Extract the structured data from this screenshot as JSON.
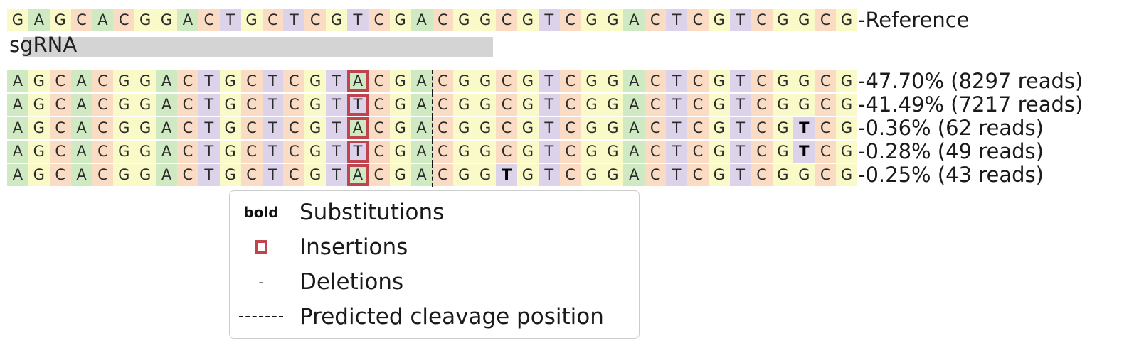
{
  "colors": {
    "A": "#cfe9c3",
    "C": "#fadcc4",
    "G": "#fafac9",
    "T": "#dcd3eb",
    "insertion_box": "#c0444d",
    "sgrna_bar": "#d4d4d4"
  },
  "reference": {
    "sequence": "GAGCACGGACTGCTCGTCGACGGCGTCGGACTCGTCGGCG",
    "label": "-Reference"
  },
  "sgrna": {
    "label": "sgRNA"
  },
  "reads": [
    {
      "sequence": "AGCACGGACTGCTCGTACGACGGCGTCGGACTCGTCGGCG",
      "label": "-47.70% (8297 reads)",
      "insertion_col": 16,
      "substitution_cols": [],
      "cleavage_after_col": 20
    },
    {
      "sequence": "AGCACGGACTGCTCGTTCGACGGCGTCGGACTCGTCGGCG",
      "label": "-41.49% (7217 reads)",
      "insertion_col": 16,
      "substitution_cols": [],
      "cleavage_after_col": 20
    },
    {
      "sequence": "AGCACGGACTGCTCGTACGACGGCGTCGGACTCGTCGTCG",
      "label": "-0.36% (62 reads)",
      "insertion_col": 16,
      "substitution_cols": [
        37
      ],
      "cleavage_after_col": 20
    },
    {
      "sequence": "AGCACGGACTGCTCGTTCGACGGCGTCGGACTCGTCGTCG",
      "label": "-0.28% (49 reads)",
      "insertion_col": 16,
      "substitution_cols": [
        37
      ],
      "cleavage_after_col": 20
    },
    {
      "sequence": "AGCACGGACTGCTCGTACGACGGTGTCGGACTCGTCGGCG",
      "label": "-0.25% (43 reads)",
      "insertion_col": 16,
      "substitution_cols": [
        23
      ],
      "cleavage_after_col": 20
    }
  ],
  "legend": {
    "items": [
      {
        "key": "bold",
        "label": "Substitutions"
      },
      {
        "key": "",
        "label": "Insertions"
      },
      {
        "key": "-",
        "label": "Deletions"
      },
      {
        "key": "",
        "label": "Predicted cleavage position"
      }
    ]
  },
  "chart_data": {
    "type": "table",
    "reference_sequence": "GAGCACGGACTGCTCGTCGACGGCGTCGGACTCGTCGGCG",
    "sgrna_track_columns": [
      1,
      23
    ],
    "cleavage_after_column": 20,
    "alleles": [
      {
        "sequence": "AGCACGGACTGCTCGTACGACGGCGTCGGACTCGTCGGCG",
        "percentage": 47.7,
        "reads": 8297,
        "inserted_base": {
          "col": 16,
          "base": "A"
        },
        "substitutions": []
      },
      {
        "sequence": "AGCACGGACTGCTCGTTCGACGGCGTCGGACTCGTCGGCG",
        "percentage": 41.49,
        "reads": 7217,
        "inserted_base": {
          "col": 16,
          "base": "T"
        },
        "substitutions": []
      },
      {
        "sequence": "AGCACGGACTGCTCGTACGACGGCGTCGGACTCGTCGTCG",
        "percentage": 0.36,
        "reads": 62,
        "inserted_base": {
          "col": 16,
          "base": "A"
        },
        "substitutions": [
          {
            "col": 37,
            "base": "T"
          }
        ]
      },
      {
        "sequence": "AGCACGGACTGCTCGTTCGACGGCGTCGGACTCGTCGTCG",
        "percentage": 0.28,
        "reads": 49,
        "inserted_base": {
          "col": 16,
          "base": "T"
        },
        "substitutions": [
          {
            "col": 37,
            "base": "T"
          }
        ]
      },
      {
        "sequence": "AGCACGGACTGCTCGTACGACGGTGTCGGACTCGTCGGCG",
        "percentage": 0.25,
        "reads": 43,
        "inserted_base": {
          "col": 16,
          "base": "A"
        },
        "substitutions": [
          {
            "col": 23,
            "base": "T"
          }
        ]
      }
    ],
    "legend_entries": [
      "Substitutions",
      "Insertions",
      "Deletions",
      "Predicted cleavage position"
    ]
  }
}
